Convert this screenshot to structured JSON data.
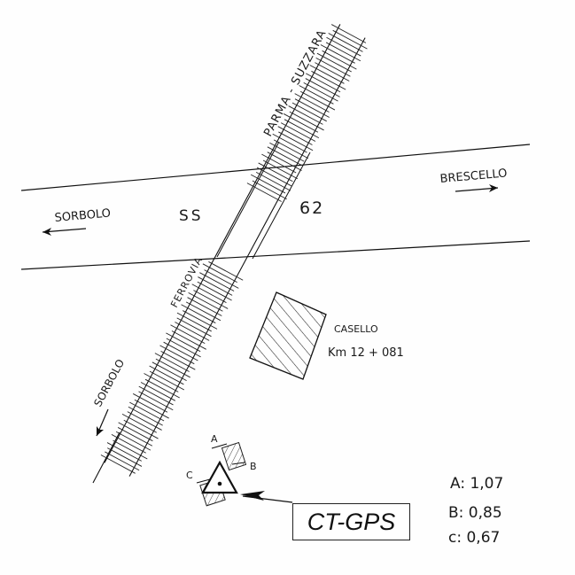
{
  "labels": {
    "railway_name": "PARMA - SUZZARA",
    "railway_word": "FERROVIA",
    "road_ss": "SS",
    "road_number": "62",
    "left_town": "SORBOLO",
    "right_town": "BRESCELLO",
    "rail_town": "SORBOLO",
    "building_name": "CASELLO",
    "building_km": "Km 12 + 081",
    "point_name": "CT-GPS",
    "offset_a_letter": "A",
    "offset_b_letter": "B",
    "offset_c_letter": "C"
  },
  "measures": {
    "a": "A: 1,07",
    "b": "B: 0,85",
    "c": "c: 0,67"
  }
}
